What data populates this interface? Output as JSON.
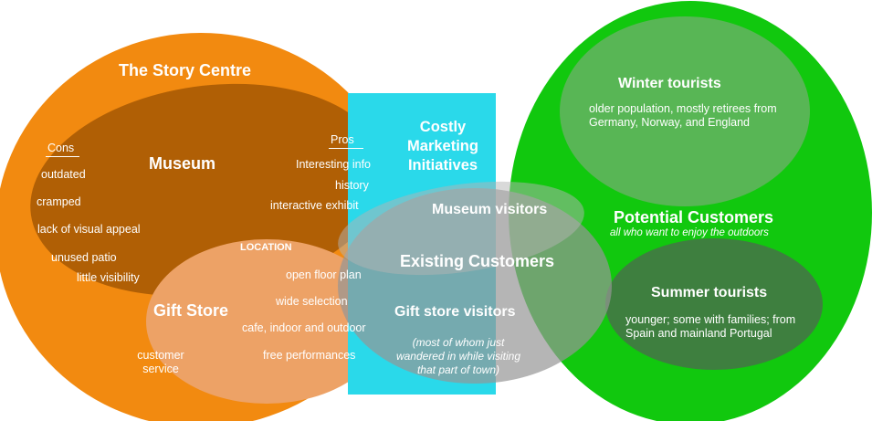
{
  "story_centre": {
    "title": "The Story Centre",
    "museum": {
      "title": "Museum",
      "cons_heading": "Cons",
      "cons": [
        "outdated",
        "cramped",
        "lack of visual appeal",
        "unused patio",
        "little visibility"
      ],
      "pros_heading": "Pros",
      "pros": [
        "Interesting info",
        "history",
        "interactive exhibit"
      ]
    },
    "location_label": "LOCATION",
    "gift_store": {
      "title": "Gift Store",
      "items": [
        "open floor plan",
        "wide selection",
        "cafe, indoor and outdoor",
        "free performances"
      ],
      "customer_service": "customer service"
    }
  },
  "marketing": {
    "title": "Costly Marketing Initiatives"
  },
  "existing": {
    "title": "Existing Customers",
    "museum_visitors": "Museum visitors",
    "gift_store_visitors": "Gift store visitors",
    "gift_store_note": "(most of whom just wandered in while visiting that part of town)"
  },
  "potential": {
    "title": "Potential Customers",
    "subtitle": "all who want to enjoy the outdoors",
    "winter": {
      "title": "Winter tourists",
      "desc": "older population, mostly retirees from Germany, Norway, and England"
    },
    "summer": {
      "title": "Summer tourists",
      "desc": "younger; some with families; from Spain and mainland Portugal"
    }
  },
  "colors": {
    "orange": "#f28a10",
    "museum_brown": "#b05f05",
    "gift_peach": "#eda266",
    "cyan": "#2ad9ea",
    "green": "#11c80e",
    "winter_green": "#58b655",
    "summer_green": "#3e7f3f",
    "gray_overlay": "#969696"
  }
}
